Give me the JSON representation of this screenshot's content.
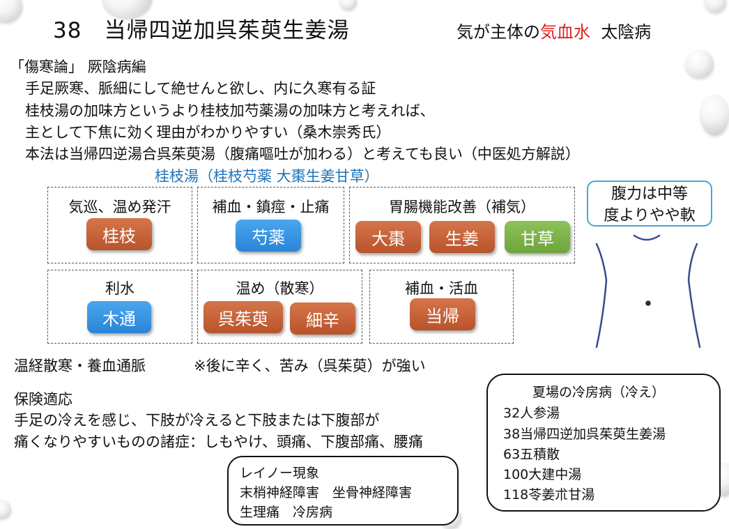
{
  "title": "38　当帰四逆加呉茱萸生姜湯",
  "subtitle": {
    "prefix": "気が主体の",
    "highlight": "気血水",
    "suffix": "太陰病"
  },
  "intro": {
    "source": "「傷寒論」 厥陰病編",
    "lines": [
      "手足厥寒、脈細にして絶せんと欲し、内に久寒有る証",
      "桂枝湯の加味方というより桂枝加芍薬湯の加味方と考えれば、",
      "主として下焦に効く理由がわかりやすい（桑木崇秀氏）",
      "本法は当帰四逆湯合呉茱萸湯（腹痛嘔吐が加わる）と考えても良い（中医処方解説）"
    ]
  },
  "base_formula": "桂枝湯（桂枝芍薬 大棗生姜甘草）",
  "groups": [
    {
      "label": "気巡、温め発汗",
      "herbs": [
        {
          "name": "桂枝",
          "color": "#c4613a"
        }
      ]
    },
    {
      "label": "補血・鎮痙・止痛",
      "herbs": [
        {
          "name": "芍薬",
          "color": "#3a96e2"
        }
      ]
    },
    {
      "label": "胃腸機能改善（補気）",
      "herbs": [
        {
          "name": "大棗",
          "color": "#c4613a"
        },
        {
          "name": "生姜",
          "color": "#c4613a"
        },
        {
          "name": "甘草",
          "color": "#7db24a"
        }
      ]
    },
    {
      "label": "利水",
      "herbs": [
        {
          "name": "木通",
          "color": "#3a96e2"
        }
      ]
    },
    {
      "label": "温め（散寒）",
      "herbs": [
        {
          "name": "呉茱萸",
          "color": "#c4613a"
        },
        {
          "name": "細辛",
          "color": "#c4613a"
        }
      ]
    },
    {
      "label": "補血・活血",
      "herbs": [
        {
          "name": "当帰",
          "color": "#c4613a"
        }
      ]
    }
  ],
  "abdomen": {
    "label_line1": "腹力は中等",
    "label_line2": "度よりやや軟"
  },
  "effect": {
    "main": "温経散寒・養血通脈",
    "note": "※後に辛く、苦み（呉茱萸）が強い"
  },
  "insurance": {
    "heading": "保険適応",
    "line1": "手足の冷えを感じ、下肢が冷えると下肢または下腹部が",
    "line2": "痛くなりやすいものの諸症：しもやけ、頭痛、下腹部痛、腰痛"
  },
  "raynaud": {
    "title": "レイノー現象",
    "line1": "末梢神経障害　坐骨神経障害",
    "line2": "生理痛　冷房病"
  },
  "summer": {
    "title": "夏場の冷房病（冷え）",
    "items": [
      "32人参湯",
      "38当帰四逆加呉茱萸生姜湯",
      "63五積散",
      "100大建中湯",
      "118苓姜朮甘湯"
    ]
  },
  "colors": {
    "accent_red": "#e0201a",
    "accent_blue": "#1e73b8",
    "teal_border": "#3fa9d6"
  }
}
